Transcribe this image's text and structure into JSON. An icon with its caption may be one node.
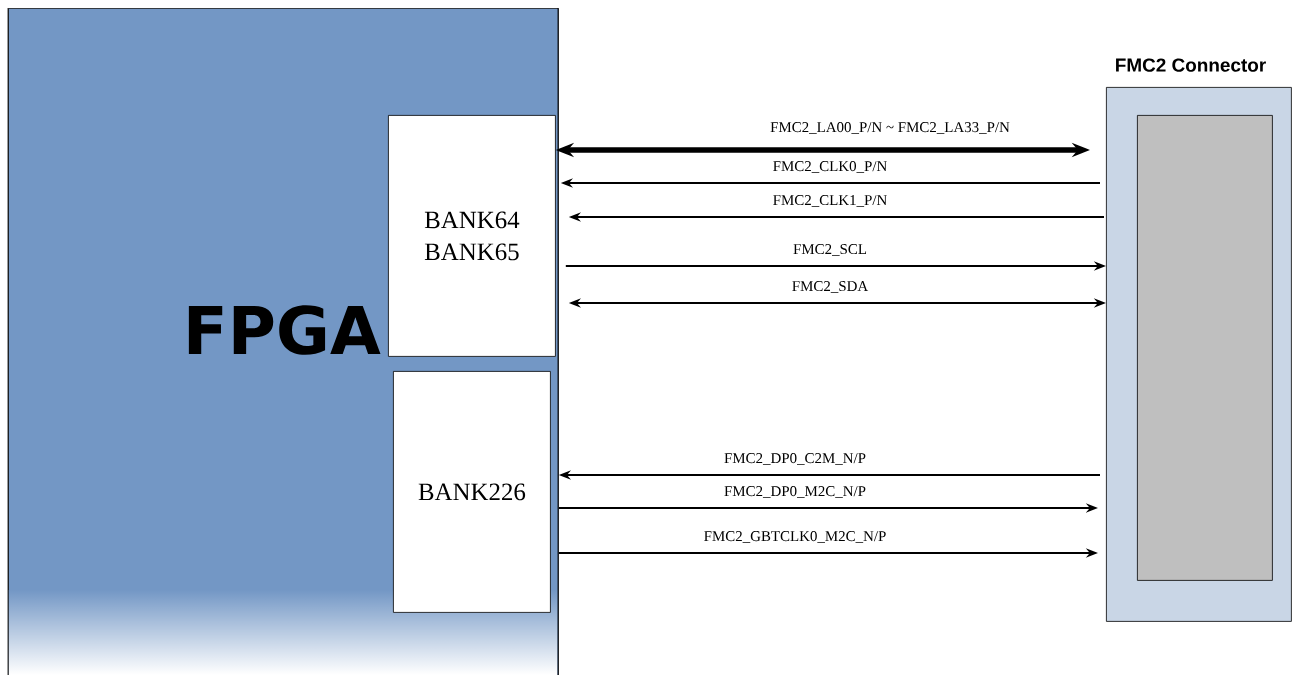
{
  "diagram": {
    "nodes": [
      {
        "text": [
          "FPGA"
        ]
      },
      {
        "text": [
          "BANK64 BANK65"
        ],
        "in": 0
      },
      {
        "text": [
          "BANK226"
        ],
        "in": 0
      },
      {
        "text": [
          "FMC2 Connector"
        ]
      },
      {
        "text": [],
        "shape": "box",
        "in": 3
      }
    ],
    "edges": [
      {
        "from": 1,
        "to": 3,
        "arrow": "both",
        "label": "FMC2_LA00_P/N ~ FMC2_LA33_P/N",
        "style": "thick"
      },
      {
        "from": 3,
        "to": 1,
        "arrow": "to",
        "label": "FMC2_CLK0_P/N"
      },
      {
        "from": 3,
        "to": 1,
        "arrow": "to",
        "label": "FMC2_CLK1_P/N"
      },
      {
        "from": 1,
        "to": 3,
        "arrow": "to",
        "label": "FMC2_SCL"
      },
      {
        "from": 1,
        "to": 3,
        "arrow": "both",
        "label": "FMC2_SDA"
      },
      {
        "from": 3,
        "to": 2,
        "arrow": "to",
        "label": "FMC2_DP0_C2M_N/P"
      },
      {
        "from": 2,
        "to": 3,
        "arrow": "to",
        "label": "FMC2_DP0_M2C_N/P"
      },
      {
        "from": 2,
        "to": 3,
        "arrow": "to",
        "label": "FMC2_GBTCLK0_M2C_N/P"
      }
    ]
  }
}
